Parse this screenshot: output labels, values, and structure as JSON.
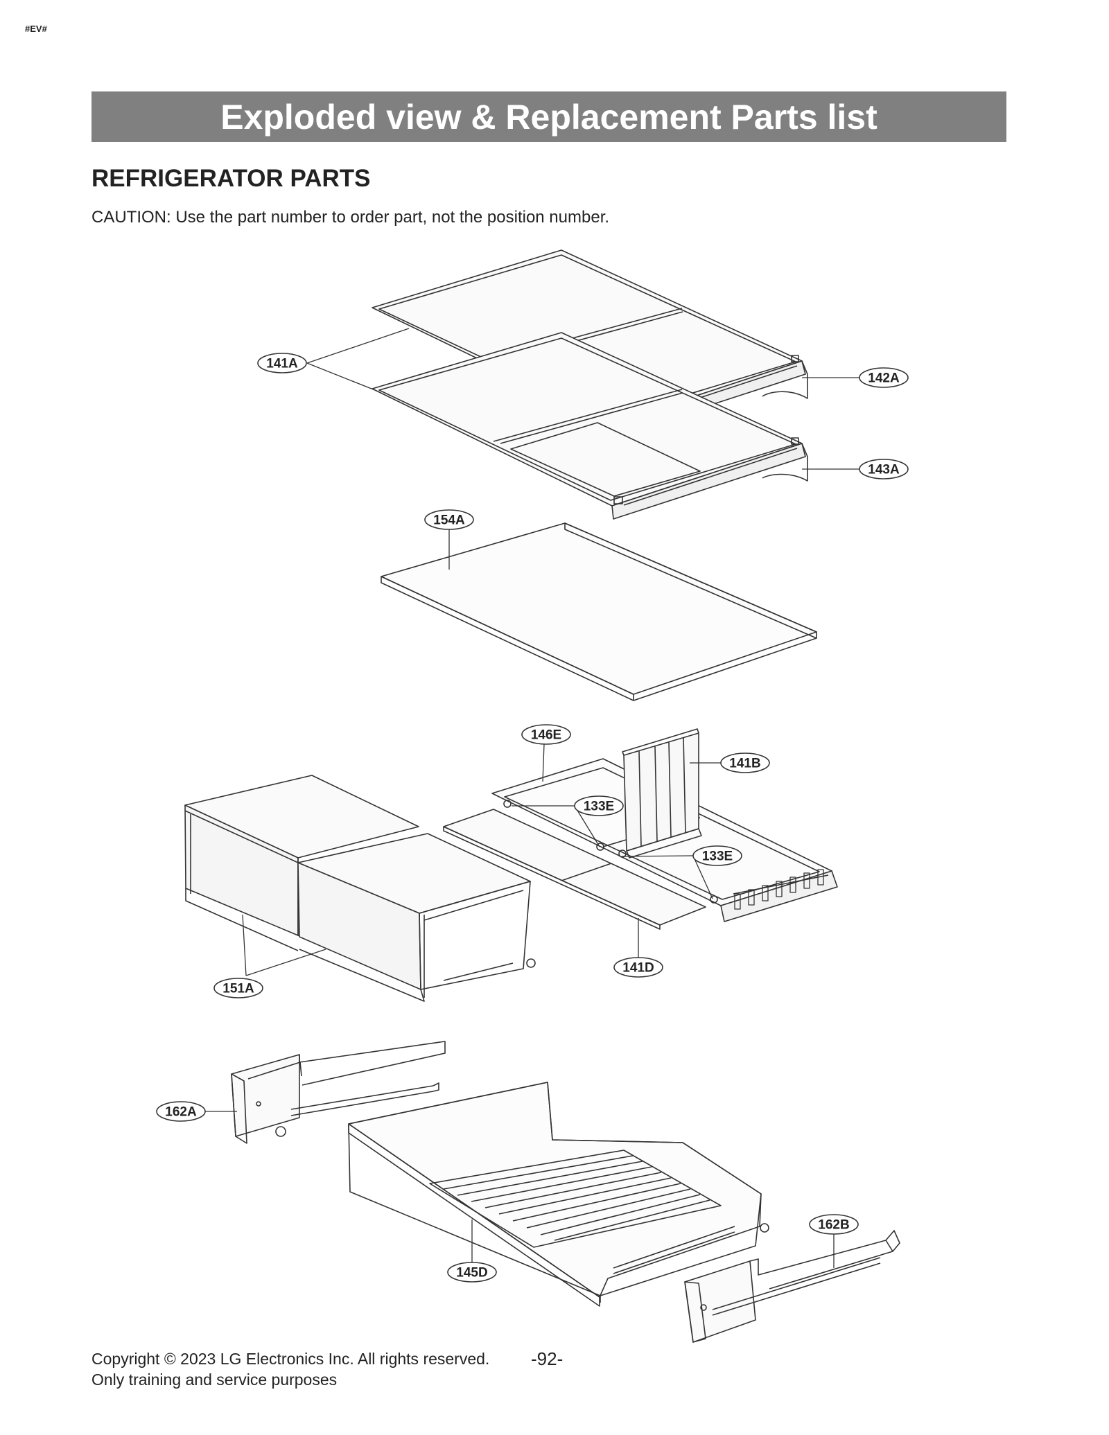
{
  "document_tag": "#EV#",
  "banner_title": "Exploded view & Replacement Parts list",
  "section_title": "REFRIGERATOR PARTS",
  "caution": "CAUTION: Use the part number to order part, not the position number.",
  "callouts": {
    "c141A": "141A",
    "c142A": "142A",
    "c143A": "143A",
    "c154A": "154A",
    "c146E": "146E",
    "c141B": "141B",
    "c133E_1": "133E",
    "c133E_2": "133E",
    "c151A": "151A",
    "c141D": "141D",
    "c162A": "162A",
    "c145D": "145D",
    "c162B": "162B"
  },
  "footer": {
    "copyright": "Copyright © 2023 LG Electronics Inc. All rights reserved.",
    "purpose": "Only training and service purposes",
    "page_number": "-92-"
  }
}
